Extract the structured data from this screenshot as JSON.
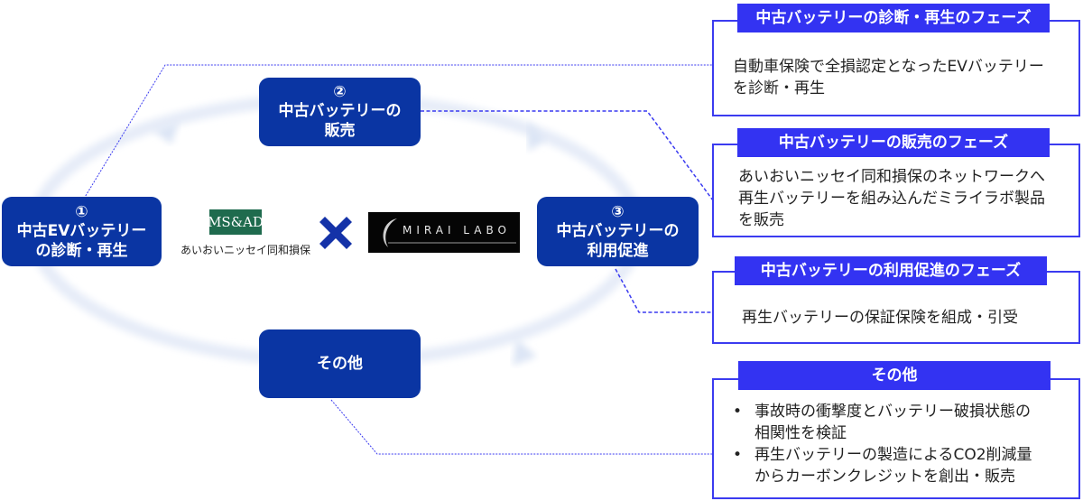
{
  "colors": {
    "node_fill": "#0A35A3",
    "phase_title_fill": "#3333F2",
    "phase_border": "#3B3BF0",
    "cycle_arrow": "#E6ECF8",
    "cross_mark": "#1432A8",
    "msad_green": "#1F6B4E"
  },
  "cycle_nodes": [
    {
      "id": "diagnosis",
      "number": "①",
      "line1": "中古EVバッテリー",
      "line2": "の診断・再生"
    },
    {
      "id": "sales",
      "number": "②",
      "line1": "中古バッテリーの",
      "line2": "販売"
    },
    {
      "id": "usage",
      "number": "③",
      "line1": "中古バッテリーの",
      "line2": "利用促進"
    },
    {
      "id": "other",
      "number": "",
      "line1": "その他",
      "line2": ""
    }
  ],
  "partners": {
    "msad_logo": "MS&AD",
    "msad_name": "あいおいニッセイ同和損保",
    "cross_icon": "cross-mark-icon",
    "mirai_logo": "MIRAI LABO"
  },
  "phases": [
    {
      "title": "中古バッテリーの診断・再生のフェーズ",
      "lines": [
        "自動車保険で全損認定となったEVバッテリー",
        "を診断・再生"
      ]
    },
    {
      "title": "中古バッテリーの販売のフェーズ",
      "lines": [
        "あいおいニッセイ同和損保のネットワークへ",
        "再生バッテリーを組み込んだミライラボ製品",
        "を販売"
      ]
    },
    {
      "title": "中古バッテリーの利用促進のフェーズ",
      "lines": [
        "再生バッテリーの保証保険を組成・引受"
      ]
    },
    {
      "title": "その他",
      "bullets": [
        {
          "line1": "事故時の衝撃度とバッテリー破損状態の",
          "line2": "相関性を検証"
        },
        {
          "line1": "再生バッテリーの製造によるCO2削減量",
          "line2": "からカーボンクレジットを創出・販売"
        }
      ]
    }
  ]
}
